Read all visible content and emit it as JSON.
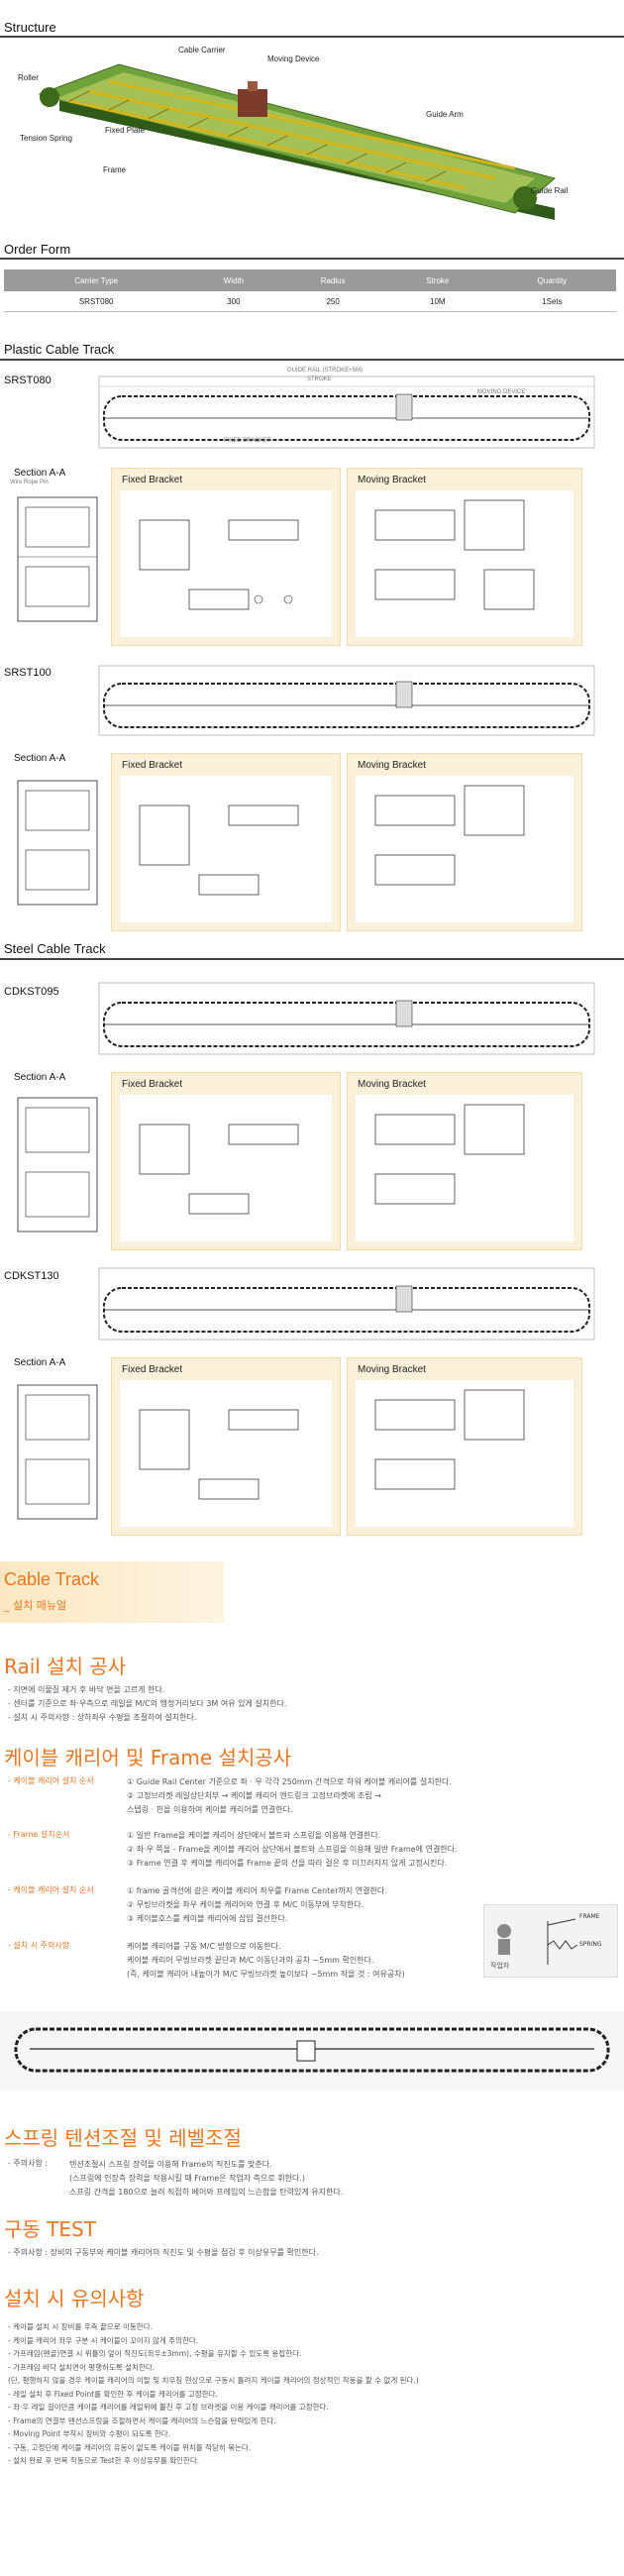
{
  "structure": {
    "title": "Structure",
    "labels": {
      "cable_carrier": "Cable Carrier",
      "moving_device": "Moving Device",
      "roller": "Roller",
      "guide_arm": "Guide Arm",
      "tension_spring": "Tension Spring",
      "fixed_plate": "Fixed Plate",
      "frame": "Frame",
      "guide_rail": "Guide Rail"
    }
  },
  "order_form": {
    "title": "Order Form",
    "headers": [
      "Carrier Type",
      "Width",
      "Radius",
      "Stroke",
      "Quantity"
    ],
    "row": [
      "SRST080",
      "300",
      "250",
      "10M",
      "1Sets"
    ]
  },
  "plastic": {
    "title": "Plastic Cable Track",
    "model1": "SRST080",
    "model2": "SRST100"
  },
  "steel": {
    "title": "Steel Cable Track",
    "model1": "CDKST095",
    "model2": "CDKST130"
  },
  "drawing": {
    "section_aa": "Section A-A",
    "fixed_bracket": "Fixed Bracket",
    "moving_bracket": "Moving Bracket",
    "guide_rail": "GUIDE RAIL (STROKE+5M)",
    "stroke": "STROKE",
    "moving_device": "MOVING DEVICE",
    "fixed_bracket_lbl": "FIXED BRACKET",
    "wire_rope": "Wire Rope Pin"
  },
  "install": {
    "banner_title": "Cable Track",
    "banner_sub": "_ 설치 매뉴얼",
    "rail_title": "Rail 설치 공사",
    "rail_items": [
      "- 지면에 이물질 제거 후 바닥 면을 고르게 한다.",
      "- 센터를 기준으로 좌·우측으로 레일을 M/C의 행정거리보다 3M 여유 있게 설치한다.",
      "- 설치 시 주의사항 : 상하좌우 수평을 조절하여 설치한다."
    ],
    "carrier_title": "케이블 캐리어 및 Frame 설치공사",
    "groups": [
      {
        "label": "- 케이블 캐리어 설치 순서",
        "lines": [
          "① Guide Rail Center 기준으로 좌 · 우 각각 250mm 간격으로 하워 케이블 캐리어를 설치한다.",
          "② 고정브라켓 레일상단처부 → 케이블 캐리어 엔드링크 고정브라켓에 조립 →",
          "   스텝링 · 핀을 이용하여 케이블 캐리어를 연결한다."
        ]
      },
      {
        "label": "- Frame 설치순서",
        "lines": [
          "① 일반 Frame을 케이블 캐리어 상단에서 볼트와 스프링을 이용해 연결한다.",
          "② 좌·우 쪽을 - Frame을 케이블 캐리어 상단에서 볼트와 스프링을 이용해 일반 Frame에 연결한다.",
          "③ Frame 연결 후 케이블 캐리어를 Frame 끝의 선을 따라 걸은 후 미끄러지지 않게 고정시킨다."
        ]
      },
      {
        "label": "- 케이블 캐리어 설치 순서",
        "lines": [
          "① frame 골격선에 같은 케이블 캐리어 좌우를 Frame Center까지 연결한다.",
          "② 무빙브라켓을 좌우 케이블 캐리어와 연결 후 M/C 이동부에 부착한다.",
          "③ 케이블호스를 케이블 캐리어에 삽입 결선한다."
        ]
      },
      {
        "label": "- 설치 시 주의사항",
        "lines": [
          "케이블 캐리어를 구동 M/C 방향으로 이동한다.",
          "케이블 캐리어 무빙브라켓 끝단과 M/C 이동단과의 공차 ~5mm 확인한다.",
          "(즉, 케이블 캐리어 내높이가 M/C 무빙브라켓 높이보다 ~5mm 작을 것 : 여유공차)"
        ]
      }
    ],
    "diagram_frame": "FRAME",
    "diagram_spring": "SPRING",
    "diagram_worker": "작업자",
    "spring_title": "스프링 텐션조절 및 레벨조절",
    "spring_label": "- 주의사항 :",
    "spring_lines": [
      "텐션조절시 스프링 장력을 이용해 Frame의 직진도를 맞춘다.",
      "(스프링에 인장측 장력을 작용시킬 때 Frame은 작업자 측으로 휘한다.)",
      "스프링 간격을 180으로 늘려 직접히 베어와 프레임의 느슨함을 탄력있게 유지한다."
    ],
    "test_title": "구동 TEST",
    "test_line": "- 주의사항 :   장비의 구동부와 케이블 캐리어의 직진도 및 수평을 점검 후 이상유무를 확인한다.",
    "caution_title": "설치 시 유의사항",
    "caution_items": [
      "- 케이블 설치 시 장비를 우측 끝으로 이동한다.",
      "- 케이블 캐리어 좌우 구분 시 케이블이 꼬이지 않게 주의한다.",
      "- 가프레임(펜골)연결 시 위틀의 앞이 직진도(좌우±3mm), 수평을 유지할 수 있도록 용접한다.",
      "- 가프레임 바닥 설치면이 평행하도록 설치한다.",
      "  (단, 평행하지 않을 경우 케이블 캐리어의 이탈 및 치우침 현상으로 구동시 틀려지 케이블 캐리어의 정상적인 작동을 할 수 없게 된다.)",
      "- 레일 설치 후 Fixed Point를 확인한 후 케이블 캐리어를 고정한다.",
      "- 좌·우 레일 길이만큼 케이블 캐리어를 레일위에 뿔친 후 고정 브라켓을 이용 케이블 캐리어를 고정한다.",
      "- Frame의 연결부 텐션스프링을 조절하면서 케이블 캐리어의 느슨함을 탄력있게 한다.",
      "- Moving Point 부착시 장비와 수평이 되도록 한다.",
      "- 구동, 고정단에 케이블 캐리어의 유동이 없도록 케이블 위치를 적당히 묶는다.",
      "- 설치 완료 후 반복 작동으로 Test한 후 이상유무를 확인한다."
    ]
  }
}
